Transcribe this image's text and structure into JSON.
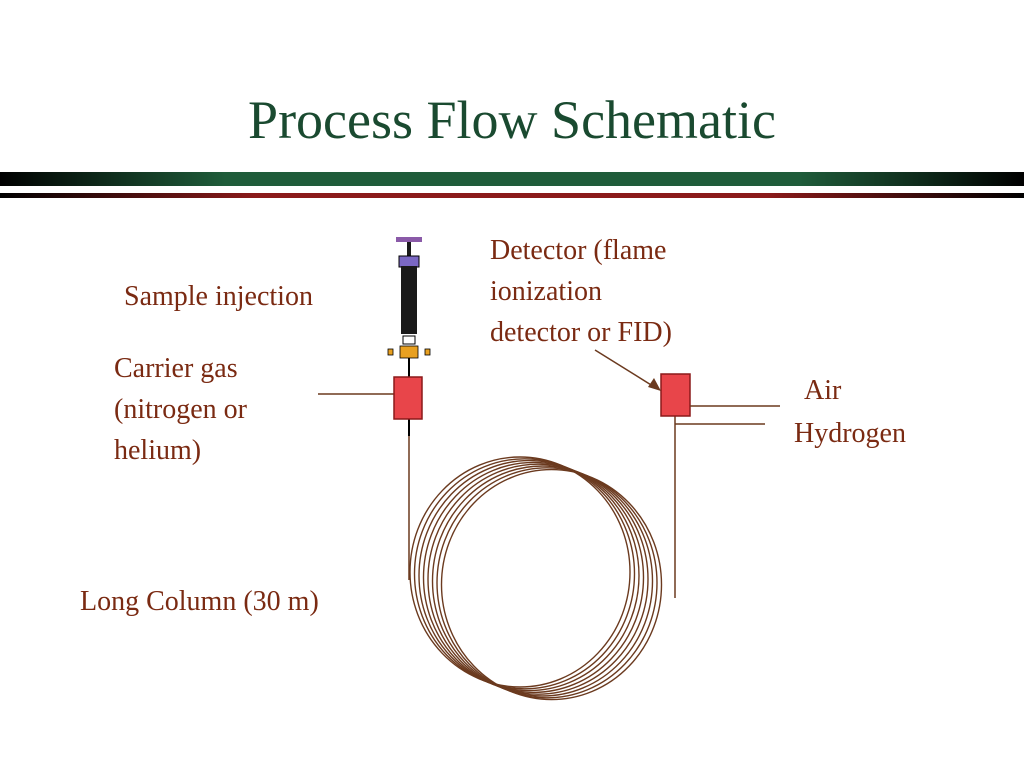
{
  "title": "Process Flow Schematic",
  "labels": {
    "sample_injection": "Sample injection",
    "carrier_gas": [
      "Carrier gas",
      "(nitrogen or",
      "helium)"
    ],
    "detector": [
      "Detector (flame",
      "ionization",
      "detector or FID)"
    ],
    "air": "Air",
    "hydrogen": "Hydrogen",
    "column": "Long Column (30 m)"
  },
  "colors": {
    "title": "#1a4a30",
    "text": "#7a2a12",
    "bar_dark": "#000000",
    "bar_green": "#1f5c3a",
    "bar_red": "#8b1a1a",
    "line": "#6b3a1f",
    "block_fill": "#e8454a",
    "block_stroke": "#8b1a1a",
    "plunger": "#7b68c4",
    "plunger_cap": "#8a5aa8",
    "syringe_barrel": "#1a1a1a",
    "syringe_band": "#e8a020"
  }
}
